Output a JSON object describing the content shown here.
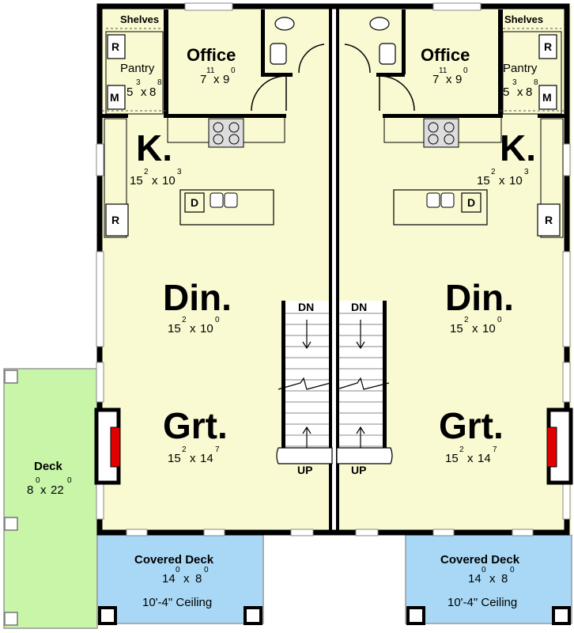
{
  "units": [
    {
      "shelves": "Shelves",
      "pantry": "Pantry",
      "pantry_dim": {
        "a": "5",
        "sa": "3",
        "b": "8",
        "sb": "8"
      },
      "pantry_r": "R",
      "pantry_m": "M",
      "office": "Office",
      "office_dim": {
        "a": "7",
        "sa": "11",
        "b": "9",
        "sb": "0"
      },
      "kitchen": "K.",
      "kitchen_dim": {
        "a": "15",
        "sa": "2",
        "b": "10",
        "sb": "3"
      },
      "fridge": "R",
      "dishwasher": "D",
      "dining": "Din.",
      "dining_dim": {
        "a": "15",
        "sa": "2",
        "b": "10",
        "sb": "0"
      },
      "great_room": "Grt.",
      "great_room_dim": {
        "a": "15",
        "sa": "2",
        "b": "14",
        "sb": "7"
      },
      "stair_dn": "DN",
      "stair_up": "UP",
      "covered_deck": "Covered Deck",
      "covered_deck_dim": {
        "a": "14",
        "sa": "0",
        "b": "8",
        "sb": "0"
      },
      "ceiling": "10'-4\" Ceiling"
    },
    {
      "shelves": "Shelves",
      "pantry": "Pantry",
      "pantry_dim": {
        "a": "5",
        "sa": "3",
        "b": "8",
        "sb": "8"
      },
      "pantry_r": "R",
      "pantry_m": "M",
      "office": "Office",
      "office_dim": {
        "a": "7",
        "sa": "11",
        "b": "9",
        "sb": "0"
      },
      "kitchen": "K.",
      "kitchen_dim": {
        "a": "15",
        "sa": "2",
        "b": "10",
        "sb": "3"
      },
      "fridge": "R",
      "dishwasher": "D",
      "dining": "Din.",
      "dining_dim": {
        "a": "15",
        "sa": "2",
        "b": "10",
        "sb": "0"
      },
      "great_room": "Grt.",
      "great_room_dim": {
        "a": "15",
        "sa": "2",
        "b": "14",
        "sb": "7"
      },
      "stair_dn": "DN",
      "stair_up": "UP",
      "covered_deck": "Covered Deck",
      "covered_deck_dim": {
        "a": "14",
        "sa": "0",
        "b": "8",
        "sb": "0"
      },
      "ceiling": "10'-4\" Ceiling"
    }
  ],
  "deck": {
    "label": "Deck",
    "dim": {
      "a": "8",
      "sa": "0",
      "b": "22",
      "sb": "0"
    }
  },
  "colors": {
    "floor": "#fafad2",
    "deck": "#c8f5a8",
    "covered_deck": "#a8d8f5",
    "fireplace": "#e00000",
    "wall": "#000000"
  }
}
